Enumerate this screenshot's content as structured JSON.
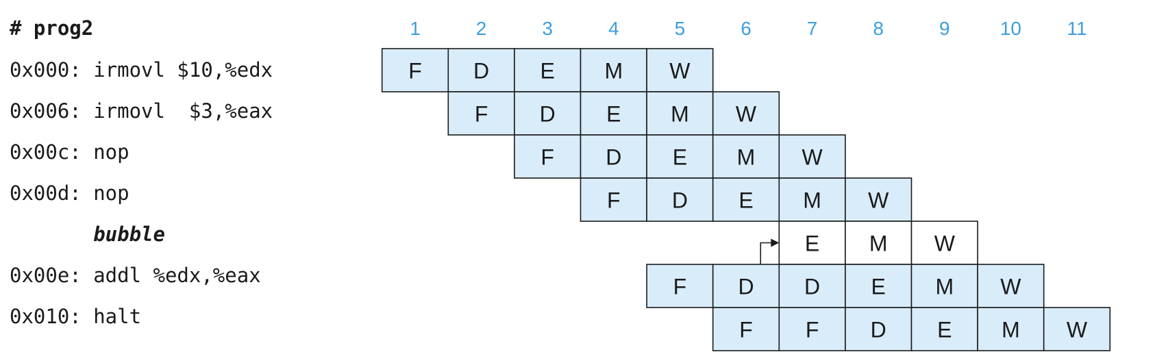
{
  "program": {
    "title": "# prog2",
    "lines": [
      {
        "text": "0x000: irmovl $10,%edx",
        "kind": "instr"
      },
      {
        "text": "0x006: irmovl  $3,%eax",
        "kind": "instr"
      },
      {
        "text": "0x00c: nop",
        "kind": "instr"
      },
      {
        "text": "0x00d: nop",
        "kind": "instr"
      },
      {
        "text": "       bubble",
        "kind": "bubble"
      },
      {
        "text": "0x00e: addl %edx,%eax",
        "kind": "instr"
      },
      {
        "text": "0x010: halt",
        "kind": "instr"
      }
    ]
  },
  "cycles": [
    "1",
    "2",
    "3",
    "4",
    "5",
    "6",
    "7",
    "8",
    "9",
    "10",
    "11"
  ],
  "rows": [
    {
      "start": 1,
      "stages": [
        "F",
        "D",
        "E",
        "M",
        "W"
      ],
      "bubble": false
    },
    {
      "start": 2,
      "stages": [
        "F",
        "D",
        "E",
        "M",
        "W"
      ],
      "bubble": false
    },
    {
      "start": 3,
      "stages": [
        "F",
        "D",
        "E",
        "M",
        "W"
      ],
      "bubble": false
    },
    {
      "start": 4,
      "stages": [
        "F",
        "D",
        "E",
        "M",
        "W"
      ],
      "bubble": false
    },
    {
      "start": 7,
      "stages": [
        "E",
        "M",
        "W"
      ],
      "bubble": true
    },
    {
      "start": 5,
      "stages": [
        "F",
        "D",
        "D",
        "E",
        "M",
        "W"
      ],
      "bubble": false
    },
    {
      "start": 6,
      "stages": [
        "F",
        "F",
        "D",
        "E",
        "M",
        "W"
      ],
      "bubble": false
    }
  ],
  "colors": {
    "stage_fill": "#d9ecfa",
    "bubble_fill": "#ffffff",
    "cycle_label": "#3d9ee0",
    "ink": "#1a1a1a"
  }
}
